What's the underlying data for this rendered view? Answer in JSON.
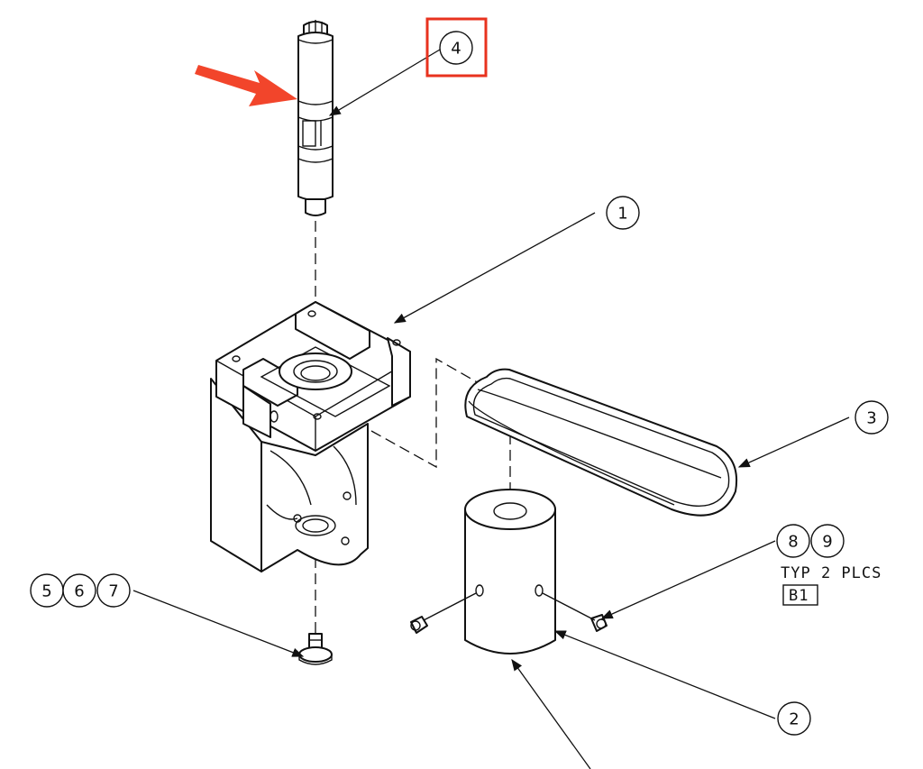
{
  "balloons": {
    "b1": "1",
    "b2": "2",
    "b3": "3",
    "b4": "4",
    "b5": "5",
    "b6": "6",
    "b7": "7",
    "b8": "8",
    "b9": "9"
  },
  "note": {
    "line1": "TYP 2 PLCS",
    "ref_box": "B1"
  },
  "highlight": {
    "box_color": "#e8321e",
    "arrow_color": "#f2452b",
    "target_balloon": "4"
  }
}
